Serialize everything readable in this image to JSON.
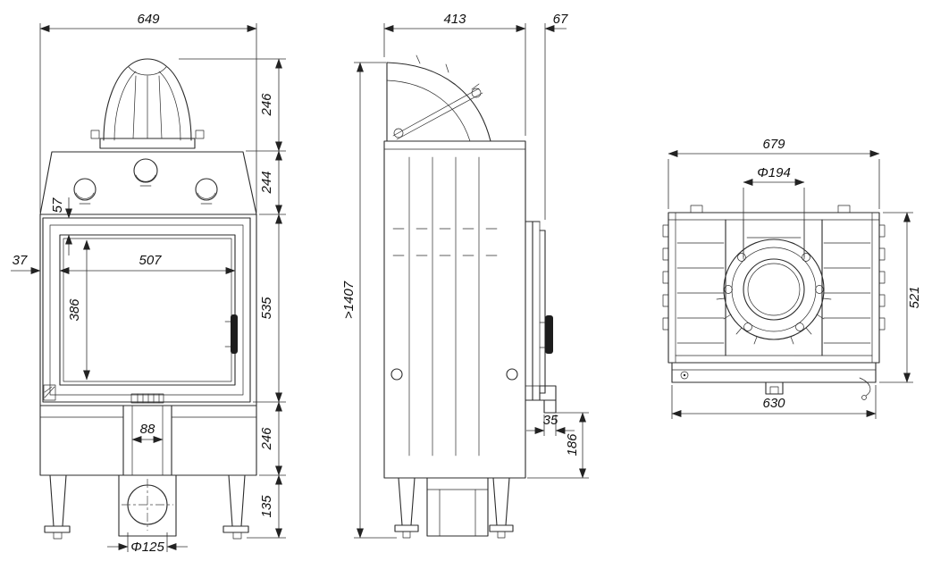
{
  "front": {
    "overall_width": "649",
    "hood_height": "246",
    "deflector_height": "244",
    "body_height": "535",
    "base_height": "246",
    "leg_height": "135",
    "left_offset": "37",
    "frame_inset": "57",
    "glass_width": "507",
    "glass_height": "386",
    "pedestal_width": "88",
    "outlet_diameter": "Φ125"
  },
  "side": {
    "depth": "413",
    "front_offset": "67",
    "min_height": ">1407",
    "bracket_width": "35",
    "bracket_height": "186"
  },
  "top": {
    "overall_width": "679",
    "collar_diameter": "Φ194",
    "overall_depth": "521",
    "base_width": "630"
  }
}
